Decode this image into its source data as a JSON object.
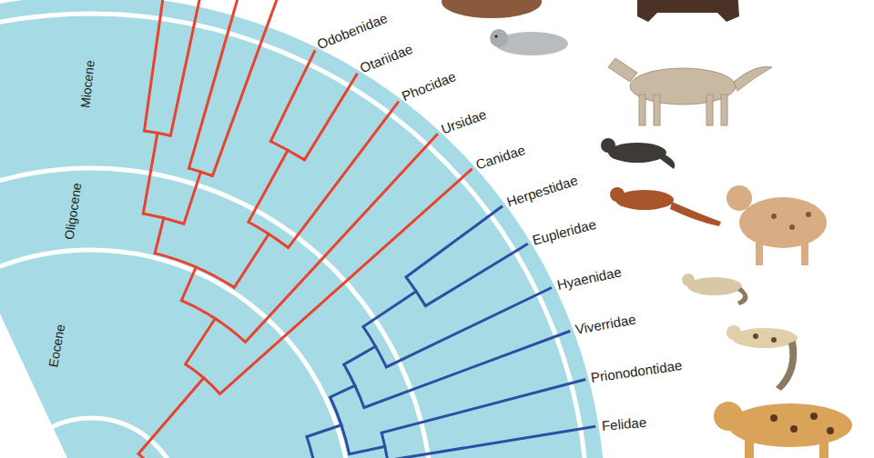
{
  "diagram": {
    "labels": [
      "Miocene",
      "Oligocene",
      "Eocene",
      "Odobenidae",
      "Otariidae",
      "Phocidae",
      "Ursidae",
      "Canidae",
      "Herpestidae",
      "Eupleridae",
      "Hyaenidae",
      "Viverridae",
      "Prionodontidae",
      "Felidae"
    ]
  }
}
